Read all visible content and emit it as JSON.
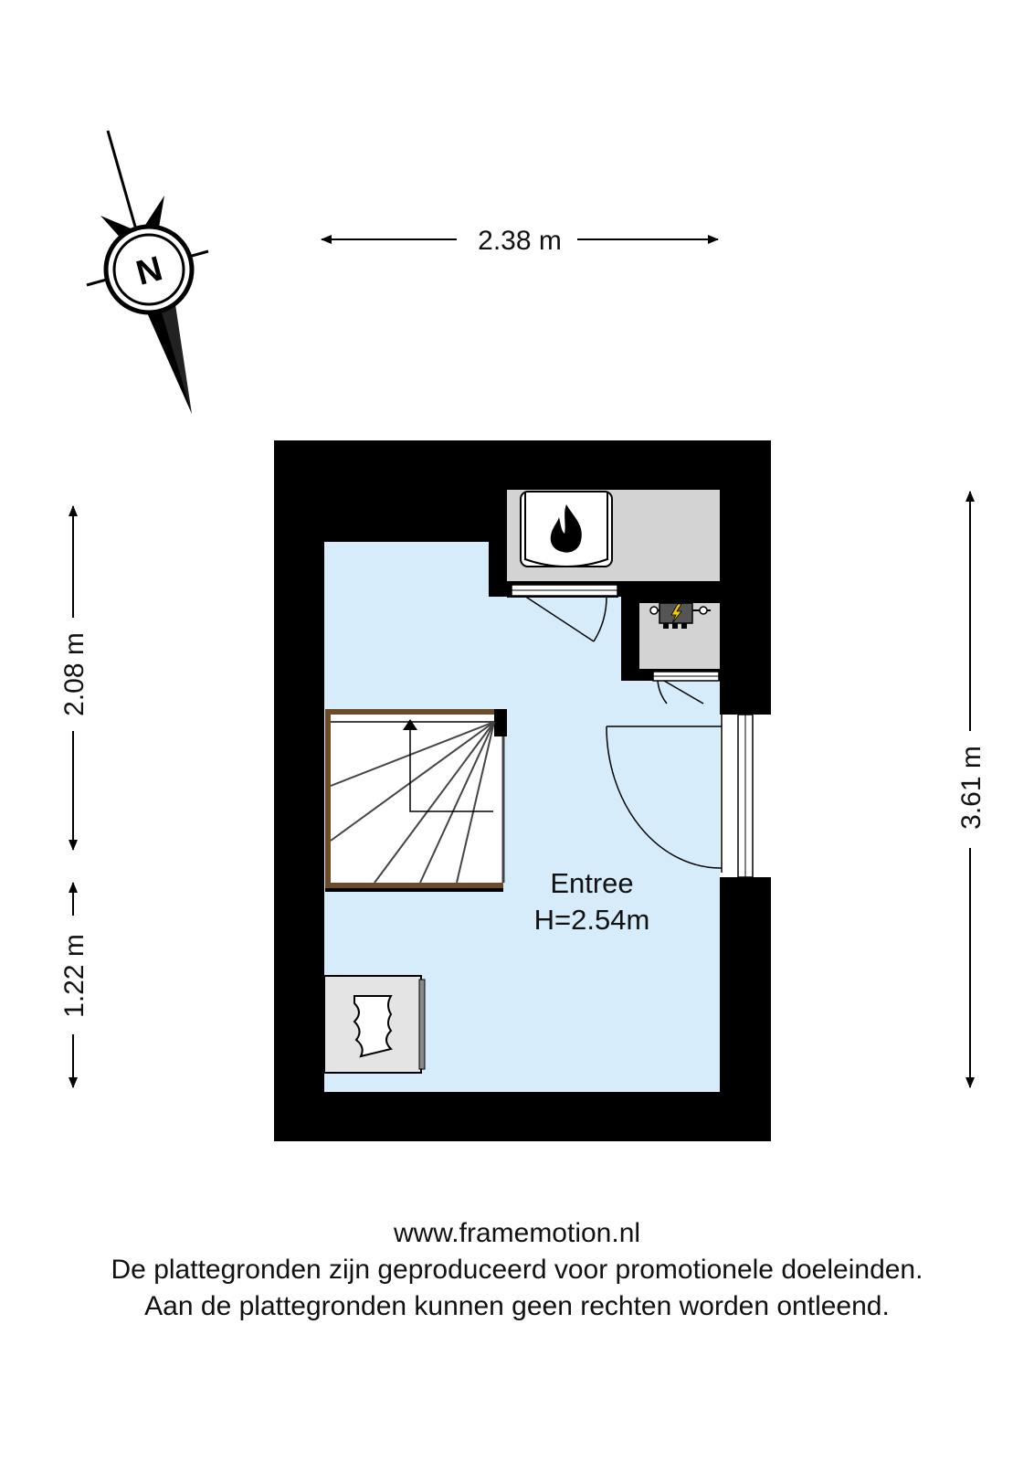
{
  "compass": {
    "label": "N",
    "icon": "north-compass-icon"
  },
  "dimensions": {
    "top_width": "2.38 m",
    "left_upper": "2.08 m",
    "left_lower": "1.22 m",
    "right_height": "3.61 m"
  },
  "room": {
    "name": "Entree",
    "height": "H=2.54m",
    "fill_color": "#d6ecfa"
  },
  "fixtures": {
    "boiler_icon": "fire-icon",
    "meter_icon": "electricity-icon",
    "washer_icon": "washing-machine-icon",
    "stairs_icon": "stairs-icon"
  },
  "colors": {
    "wall": "#000000",
    "closet": "#d3d3d3",
    "room": "#d6ecfa"
  },
  "footer": {
    "url": "www.framemotion.nl",
    "line1": "De plattegronden zijn geproduceerd voor promotionele doeleinden.",
    "line2": "Aan de plattegronden kunnen geen rechten worden ontleend."
  }
}
